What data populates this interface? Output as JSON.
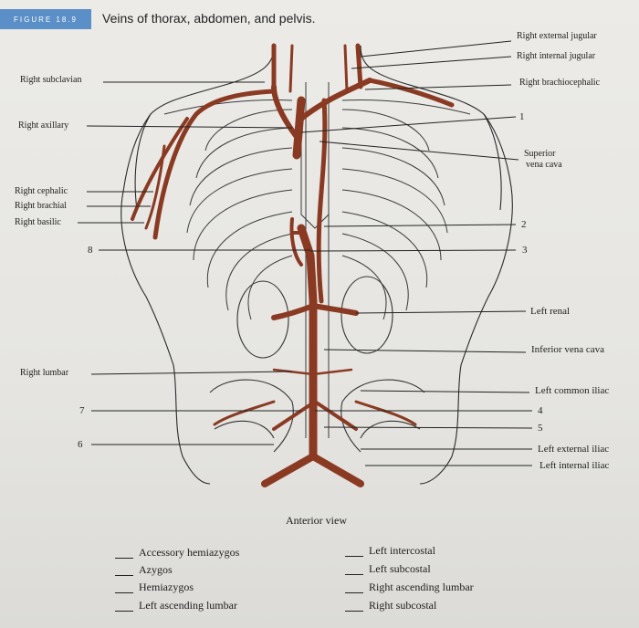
{
  "figure": {
    "badge": "FIGURE 18.9",
    "title": "Veins of thorax, abdomen, and pelvis."
  },
  "labels": {
    "right_external_jugular": "Right external jugular",
    "right_internal_jugular": "Right internal jugular",
    "right_brachiocephalic": "Right brachiocephalic",
    "right_subclavian": "Right subclavian",
    "right_axillary": "Right axillary",
    "superior_vena_cava_1": "Superior",
    "superior_vena_cava_2": "vena cava",
    "right_cephalic": "Right cephalic",
    "right_brachial": "Right brachial",
    "right_basilic": "Right basilic",
    "left_renal": "Left renal",
    "inferior_vena_cava": "Inferior vena cava",
    "right_lumbar": "Right lumbar",
    "left_common_iliac": "Left common iliac",
    "left_external_iliac": "Left external iliac",
    "left_internal_iliac": "Left internal iliac"
  },
  "numbers": {
    "n1": "1",
    "n2": "2",
    "n3": "3",
    "n4": "4",
    "n5": "5",
    "n6": "6",
    "n7": "7",
    "n8": "8"
  },
  "caption": "Anterior view",
  "answer_options": {
    "left_column": [
      "Accessory hemiazygos",
      "Azygos",
      "Hemiazygos",
      "Left ascending lumbar"
    ],
    "right_column": [
      "Left intercostal",
      "Left subcostal",
      "Right ascending lumbar",
      "Right subcostal"
    ]
  },
  "colors": {
    "badge": "#5a8fc7",
    "vein": "#8a3a22",
    "line": "#222222"
  }
}
